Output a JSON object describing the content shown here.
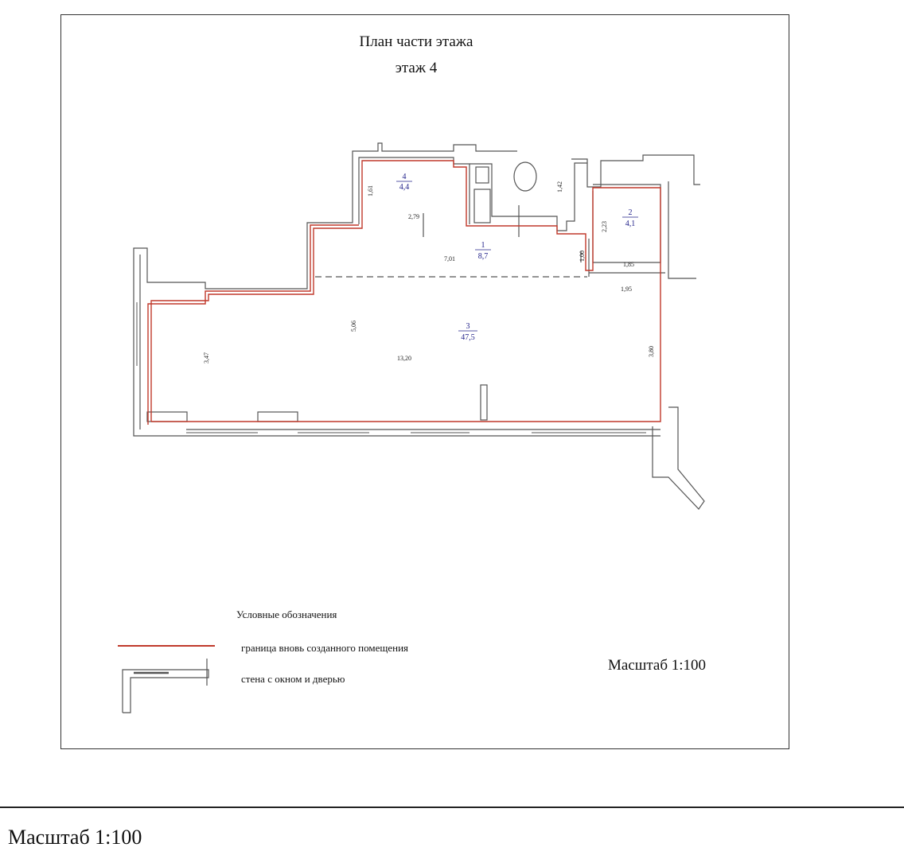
{
  "header": {
    "title": "План части этажа",
    "floor": "этаж 4"
  },
  "rooms": [
    {
      "number": "1",
      "area": "8,7"
    },
    {
      "number": "2",
      "area": "4,1"
    },
    {
      "number": "3",
      "area": "47,5"
    },
    {
      "number": "4",
      "area": "4,4"
    }
  ],
  "dimensions": {
    "d_161": "1,61",
    "d_279": "2,79",
    "d_142": "1,42",
    "d_223": "2,23",
    "d_701": "7,01",
    "d_100": "1,00",
    "d_185": "1,85",
    "d_195": "1,95",
    "d_506": "5,06",
    "d_347": "3,47",
    "d_1320": "13,20",
    "d_380": "3,80"
  },
  "legend": {
    "title": "Условные обозначения",
    "boundary_label": "граница вновь созданного помещения",
    "wall_label": "стена с окном и дверью"
  },
  "scale_inner": "Масштаб 1:100",
  "scale_footer": "Масштаб 1:100",
  "colors": {
    "boundary": "#c0392b",
    "walls": "#555555",
    "room_label": "#22228a"
  }
}
